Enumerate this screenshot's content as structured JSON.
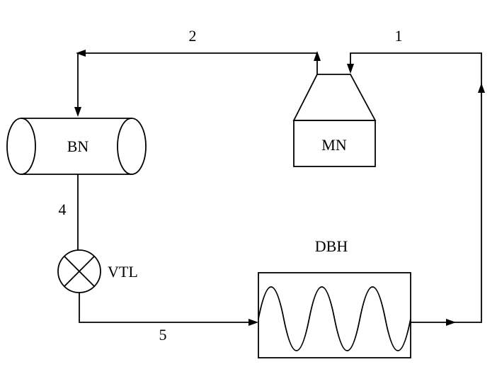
{
  "diagram": {
    "colors": {
      "line": "#000000",
      "background": "#ffffff"
    },
    "streams": {
      "s1": "1",
      "s2": "2",
      "s4": "4",
      "s5": "5"
    },
    "equipment": {
      "vessel_label": "BN",
      "unit_label": "MN",
      "valve_label": "VTL",
      "heater_label": "DBH"
    }
  }
}
